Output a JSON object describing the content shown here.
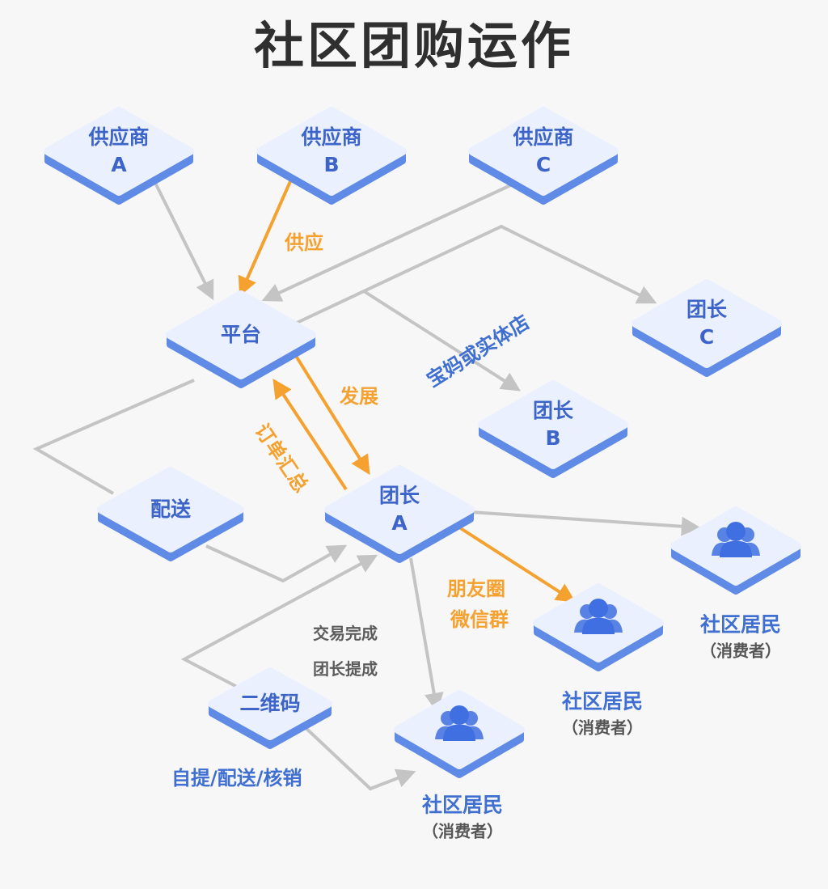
{
  "title": "社区团购运作",
  "colors": {
    "tile_top": "#eaf0fd",
    "tile_side": "#5f8ae6",
    "tile_text": "#3d64c9",
    "arrow_gray": "#c4c4c4",
    "arrow_orange": "#f5a12f",
    "label_blue": "#3e6fd1",
    "person_icon": "#3f6fe0"
  },
  "nodes": {
    "supplier_a": {
      "line1": "供应商",
      "line2": "A"
    },
    "supplier_b": {
      "line1": "供应商",
      "line2": "B"
    },
    "supplier_c": {
      "line1": "供应商",
      "line2": "C"
    },
    "platform": {
      "line1": "平台"
    },
    "leader_c": {
      "line1": "团长",
      "line2": "C"
    },
    "leader_b": {
      "line1": "团长",
      "line2": "B"
    },
    "leader_a": {
      "line1": "团长",
      "line2": "A"
    },
    "delivery": {
      "line1": "配送"
    },
    "qrcode": {
      "line1": "二维码"
    }
  },
  "residents": [
    {
      "icon": "users-icon",
      "name": "社区居民",
      "sub": "（消费者）"
    },
    {
      "icon": "users-icon",
      "name": "社区居民",
      "sub": "（消费者）"
    },
    {
      "icon": "users-icon",
      "name": "社区居民",
      "sub": "（消费者）"
    }
  ],
  "labels": {
    "supply": "供应",
    "develop": "发展",
    "order_summary": "订单汇总",
    "mom_or_store": "宝妈或实体店",
    "friends_circle": "朋友圈",
    "wechat_group": "微信群",
    "trade_done": "交易完成",
    "leader_commission": "团长提成",
    "pickup_methods": "自提/配送/核销"
  }
}
